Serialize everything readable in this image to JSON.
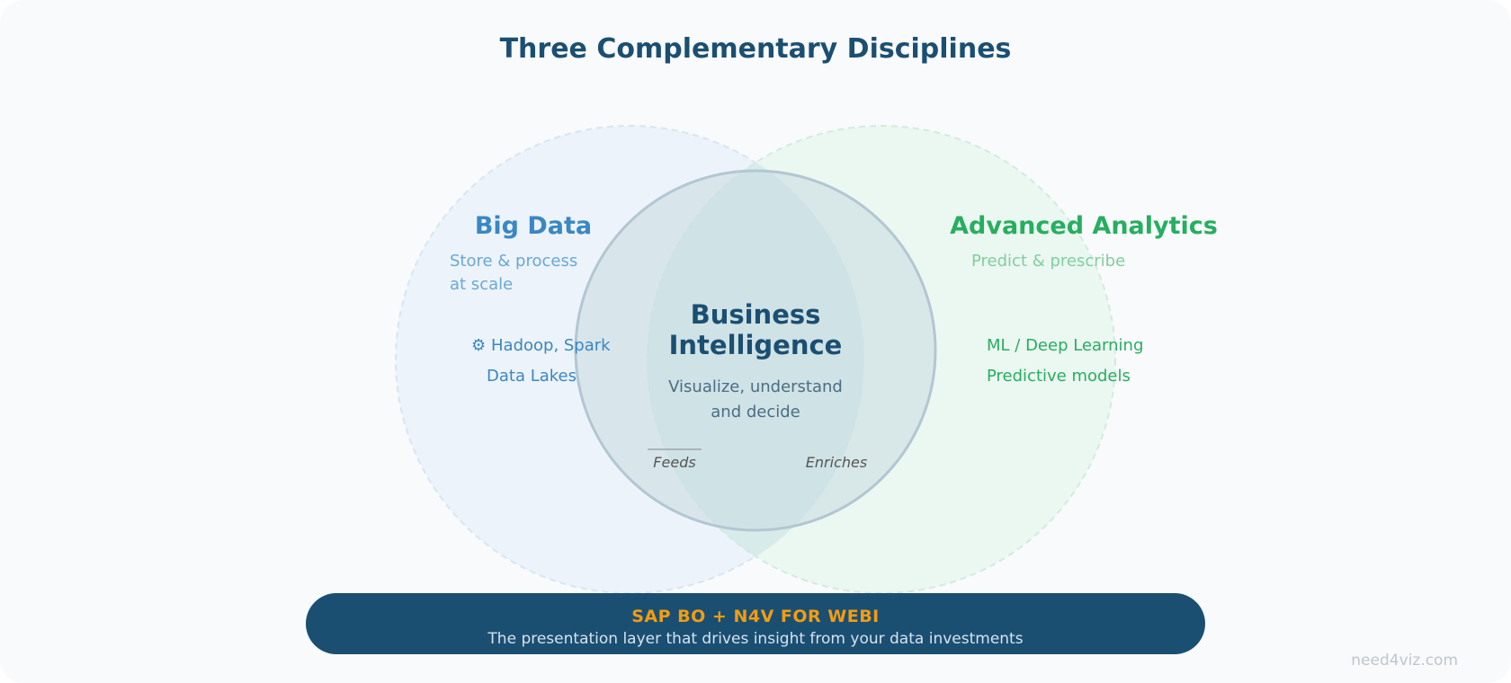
{
  "title": "Three Complementary Disciplines",
  "colors": {
    "big_data": "#3a87c2",
    "analytics": "#27ae60",
    "bi": "#1b4f72",
    "banner_bg": "#1b4f72",
    "banner_title": "#f39c12"
  },
  "big_data": {
    "title": "Big Data",
    "subtitle_lines": [
      "Store & process",
      "at scale"
    ],
    "items": [
      {
        "icon": "gear-icon",
        "glyph": "⚙",
        "text": "Hadoop, Spark"
      },
      {
        "icon": "database-icon",
        "glyph": "",
        "text": "Data Lakes"
      }
    ]
  },
  "analytics": {
    "title": "Advanced Analytics",
    "subtitle": "Predict & prescribe",
    "items": [
      {
        "icon": "brain-icon",
        "glyph": "",
        "text": "ML / Deep Learning"
      },
      {
        "icon": "chart-icon",
        "glyph": "",
        "text": "Predictive models"
      }
    ]
  },
  "bi": {
    "title_lines": [
      "Business",
      "Intelligence"
    ],
    "subtitle_lines": [
      "Visualize, understand",
      "and decide"
    ]
  },
  "flows": {
    "feeds": "Feeds",
    "enriches": "Enriches"
  },
  "banner": {
    "title": "SAP BO + N4V FOR WEBI",
    "subtitle": "The presentation layer that drives insight from your data investments"
  },
  "footer": "need4viz.com"
}
